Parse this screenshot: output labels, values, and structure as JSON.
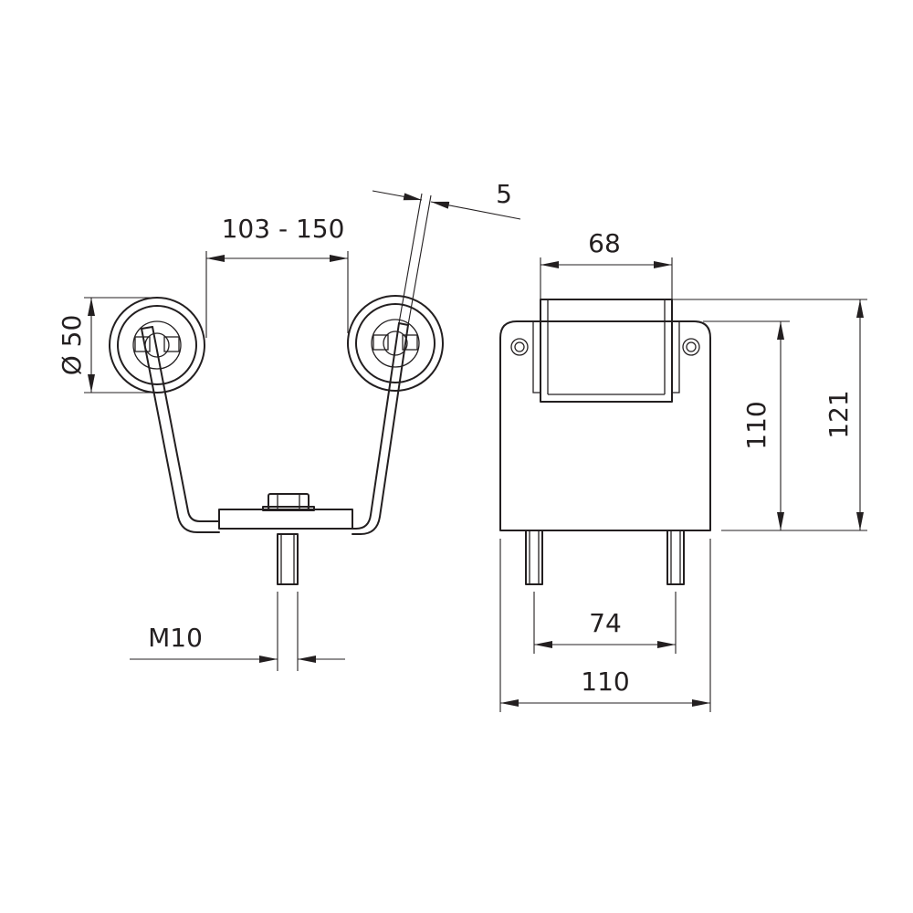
{
  "diagram": {
    "colors": {
      "line": "#231f20",
      "background": "#ffffff"
    },
    "dimensions": {
      "adjust_range": "103 - 150",
      "thickness": "5",
      "roller_diameter": "Ø 50",
      "thread": "M10",
      "roller_length": "68",
      "inner_height": "110",
      "total_height": "121",
      "stud_spacing": "74",
      "plate_width": "110"
    }
  }
}
